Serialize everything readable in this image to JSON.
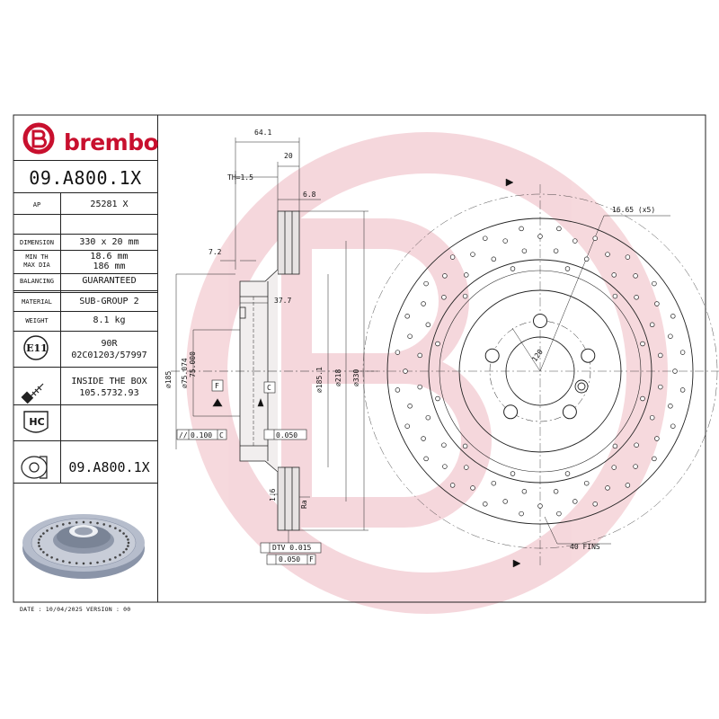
{
  "brand": {
    "name": "brembo",
    "color": "#c8102e"
  },
  "part_number": "09.A800.1X",
  "specs": {
    "ap_label": "AP",
    "ap_value": "25281 X",
    "dimension_label": "DIMENSION",
    "dimension_value": "330 x 20 mm",
    "min_th_label": "MIN TH",
    "max_dia_label": "MAX DIA",
    "min_th_value": "18.6 mm",
    "max_dia_value": "186 mm",
    "balancing_label": "BALANCING",
    "balancing_value": "GUARANTEED",
    "material_label": "MATERIAL",
    "material_value": "SUB-GROUP 2",
    "weight_label": "WEIGHT",
    "weight_value": "8.1 kg",
    "ece_mark": "E11",
    "ece_code": "90R",
    "ece_number": "02C01203/57997",
    "inside_box_label": "INSIDE THE BOX",
    "inside_box_value": "105.5732.93",
    "hc_badge": "HC",
    "bottom_part_number": "09.A800.1X"
  },
  "footer": {
    "text": "DATE : 10/04/2025 VERSION : 00"
  },
  "dimensions": {
    "width_total": "64.1",
    "width_disc": "20",
    "th": "TH=1.5",
    "d6_8": "6.8",
    "d7_2": "7.2",
    "d37_7": "37.7",
    "dia185": "⌀185",
    "dia75_074": "⌀75.074",
    "dia75_000": "75.000",
    "dia185_1": "⌀185.1",
    "dia218": "⌀218",
    "dia330": "⌀330",
    "datum_f": "F",
    "datum_c": "C",
    "parallel": "//",
    "parallel_val": "0.100",
    "parallel_ref": "C",
    "flat_val": "0.050",
    "dtv": "DTV 0.015",
    "runout_val": "0.050",
    "runout_ref": "F",
    "ra_top": "1.6",
    "ra_bottom": "Ra",
    "holes": "16.65 (x5)",
    "pcd": "120",
    "fins": "40 FINS"
  }
}
